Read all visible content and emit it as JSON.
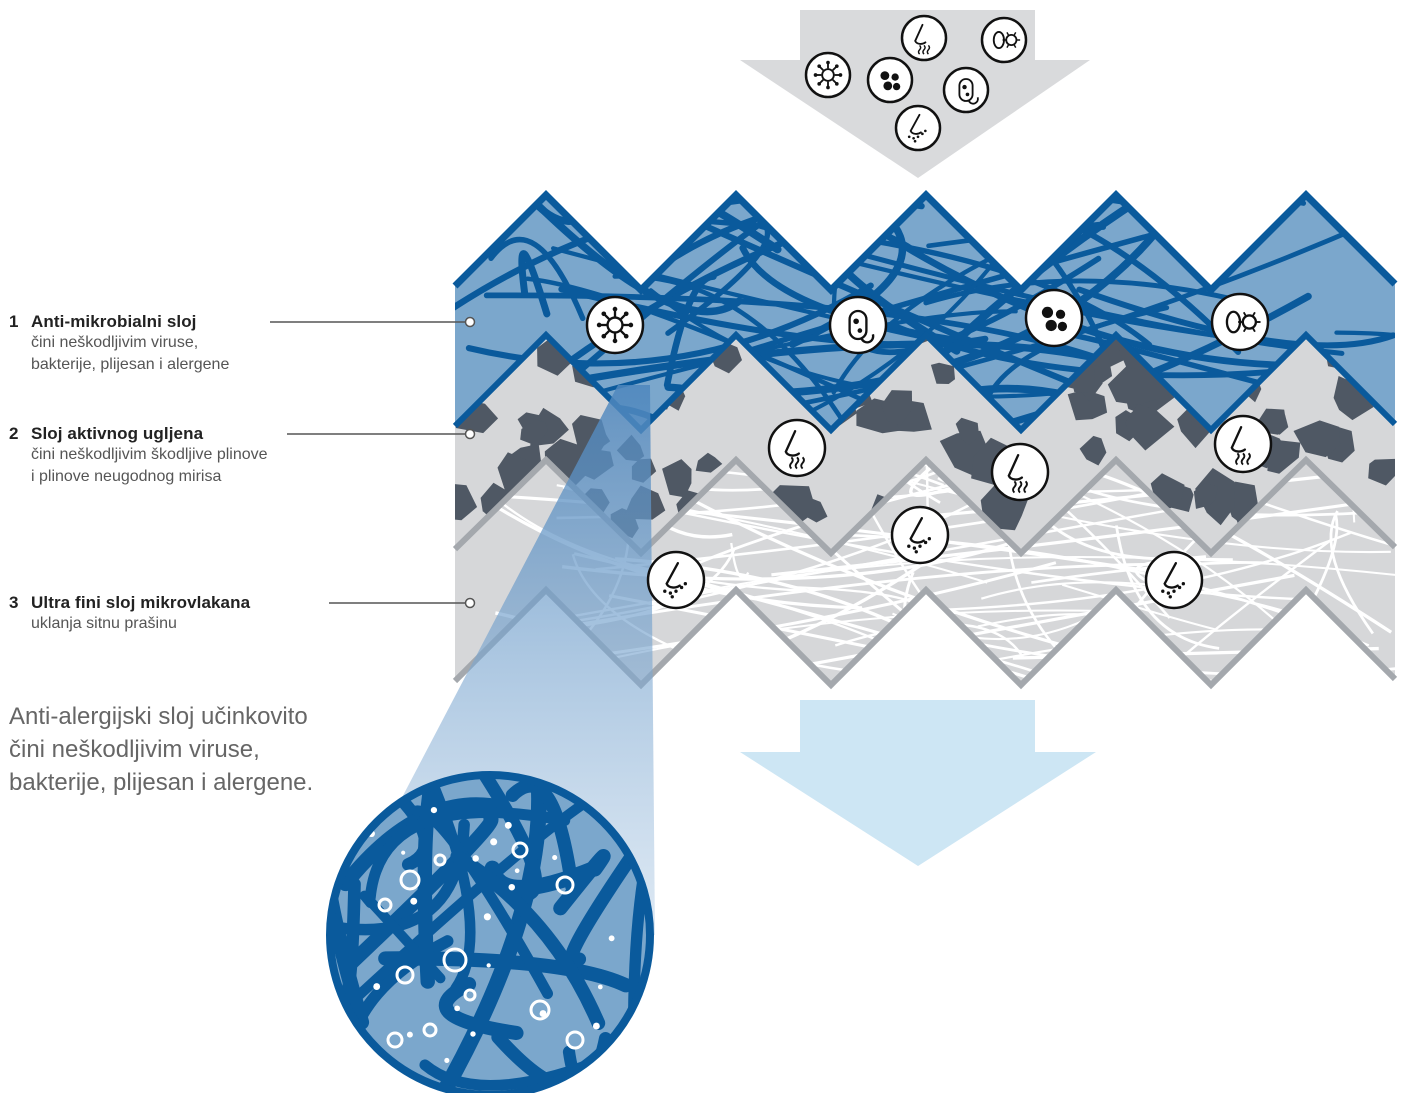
{
  "layers": [
    {
      "num": "1",
      "title": "Anti-mikrobialni sloj",
      "desc": [
        "čini neškodljivim viruse,",
        "bakterije, plijesan i alergene"
      ]
    },
    {
      "num": "2",
      "title": "Sloj aktivnog ugljena",
      "desc": [
        "čini neškodljivim škodljive plinove",
        "i plinove neugodnog mirisa"
      ]
    },
    {
      "num": "3",
      "title": "Ultra fini sloj mikrovlakana",
      "desc": [
        "uklanja sitnu prašinu"
      ]
    }
  ],
  "caption": "Anti-alergijski sloj učinkovito\nčini neškodljivim viruse,\nbakterije, plijesan i alergene.",
  "colors": {
    "fiber_blue": "#0a5a9c",
    "blue_fill": "#7ba7cc",
    "charcoal": "#4f5864",
    "gray_fill": "#d6d7d9",
    "gray_line": "#a4a8ad",
    "inflow_arrow": "#d9dadc",
    "outflow_arrow": "#cde6f4"
  },
  "icons": {
    "inflow": [
      "virus-icon",
      "smell-icon",
      "bacteria-icon",
      "mold-spores-icon",
      "bacterium-icon",
      "dust-icon"
    ],
    "layer1": [
      "virus-icon",
      "bacterium-icon",
      "mold-spores-icon",
      "bacteria-icon"
    ],
    "layer2": [
      "smell-icon",
      "smell-icon",
      "smell-icon"
    ],
    "layer3": [
      "dust-icon",
      "dust-icon",
      "dust-icon"
    ]
  }
}
